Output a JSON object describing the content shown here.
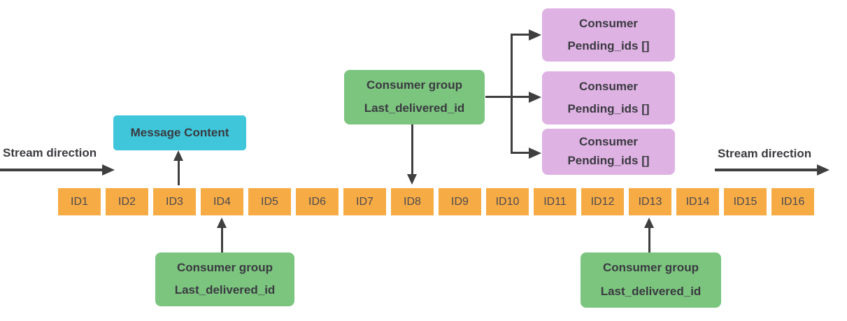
{
  "stream_direction": {
    "left_label": "Stream direction",
    "right_label": "Stream direction"
  },
  "message_content": {
    "label": "Message Content",
    "points_to": "ID3"
  },
  "consumer_groups": [
    {
      "title": "Consumer group",
      "subtitle": "Last_delivered_id",
      "points_to": "ID8"
    },
    {
      "title": "Consumer group",
      "subtitle": "Last_delivered_id",
      "points_to": "ID4"
    },
    {
      "title": "Consumer group",
      "subtitle": "Last_delivered_id",
      "points_to": "ID13"
    }
  ],
  "consumers": [
    {
      "title": "Consumer",
      "subtitle": "Pending_ids []"
    },
    {
      "title": "Consumer",
      "subtitle": "Pending_ids []"
    },
    {
      "title": "Consumer",
      "subtitle": "Pending_ids []"
    }
  ],
  "stream": {
    "entries": [
      "ID1",
      "ID2",
      "ID3",
      "ID4",
      "ID5",
      "ID6",
      "ID7",
      "ID8",
      "ID9",
      "ID10",
      "ID11",
      "ID12",
      "ID13",
      "ID14",
      "ID15",
      "ID16"
    ]
  },
  "colors": {
    "entry_orange": "#f7ab45",
    "group_green": "#7cc57f",
    "message_cyan": "#3fc6da",
    "consumer_purple": "#dfb2e4",
    "arrow_dark": "#3f3f3f",
    "text_dark": "#3a3a40"
  }
}
